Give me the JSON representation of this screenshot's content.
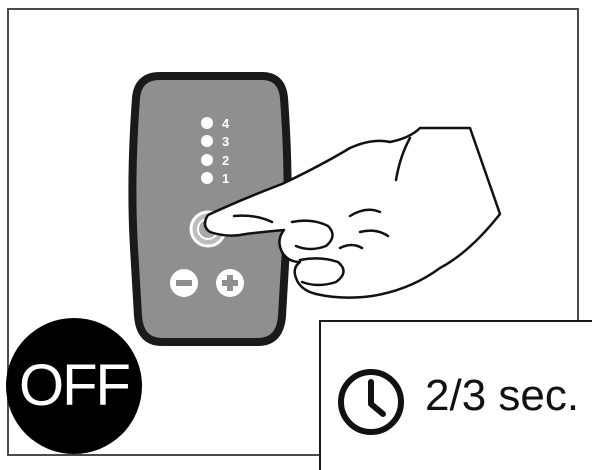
{
  "panel": {
    "levels": [
      {
        "label": "4"
      },
      {
        "label": "3"
      },
      {
        "label": "2"
      },
      {
        "label": "1"
      }
    ],
    "colors": {
      "panel_fill": "#8f8f8f",
      "panel_border": "#1a1a1a",
      "led": "#ffffff"
    },
    "icons": {
      "power": "power-button-icon",
      "minus": "minus-icon",
      "plus": "plus-icon",
      "hand": "pressing-hand-icon"
    }
  },
  "badge": {
    "text": "OFF",
    "background": "#000000",
    "color": "#ffffff"
  },
  "timer": {
    "icon": "clock-icon",
    "text": "2/3 sec."
  }
}
